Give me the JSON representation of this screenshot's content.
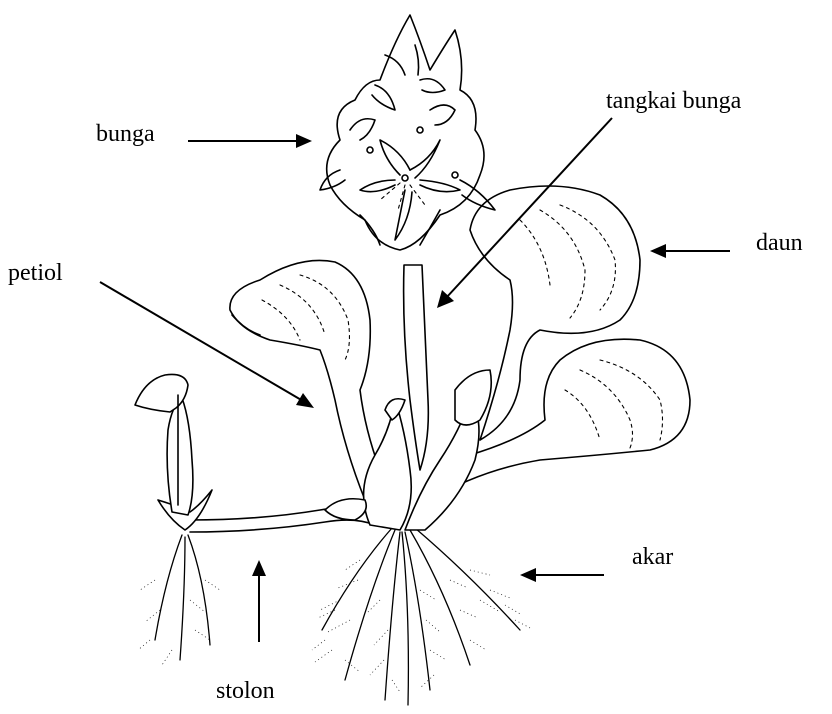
{
  "labels": {
    "bunga": "bunga",
    "tangkai_bunga": "tangkai bunga",
    "daun": "daun",
    "petiol": "petiol",
    "akar": "akar",
    "stolon": "stolon"
  },
  "colors": {
    "ink": "#000000",
    "background": "#ffffff"
  }
}
